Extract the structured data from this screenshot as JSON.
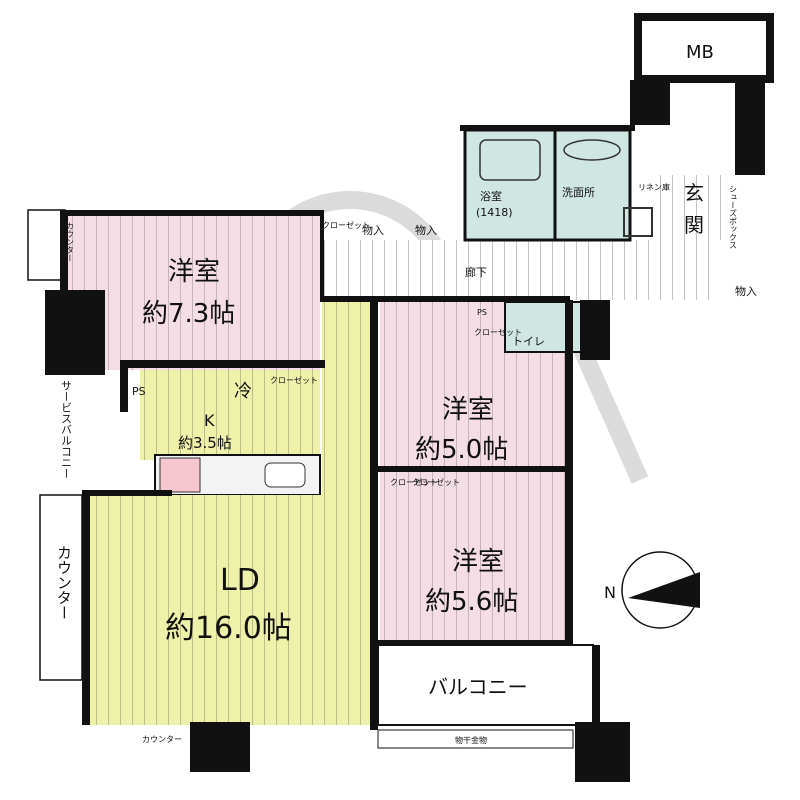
{
  "mb": "MB",
  "rooms": {
    "western1": {
      "name": "洋室",
      "size": "約7.3帖"
    },
    "western2": {
      "name": "洋室",
      "size": "約5.0帖"
    },
    "western3": {
      "name": "洋室",
      "size": "約5.6帖"
    },
    "ld": {
      "name": "LD",
      "size": "約16.0帖"
    },
    "kitchen": {
      "name": "K",
      "size": "約3.5帖"
    },
    "bath": {
      "name": "浴室",
      "size": "(1418)"
    },
    "washroom": "洗面所",
    "entrance": "玄関",
    "hallway": "廊下",
    "toilet": "トイレ",
    "balcony": "バルコニー",
    "service_balcony": "サービスバルコニー"
  },
  "labels": {
    "counter": "カウンター",
    "counter_side": "カウンター",
    "counter_bottom": "カウンター",
    "closet_a": "クローゼット",
    "closet_b": "クローゼット",
    "closet_c": "クローゼット",
    "closet_d": "クローゼット",
    "closet_e": "クローゼット",
    "storage1": "物入",
    "storage2": "物入",
    "storage3": "物入",
    "ps1": "PS",
    "ps2": "PS",
    "fridge": "冷",
    "shoes_box": "シューズボックス",
    "linen": "リネン庫",
    "laundry_pole": "物干金物"
  },
  "compass": {
    "label": "N"
  },
  "colors": {
    "pink": "#f2d7e0",
    "yellow": "#eef0a6",
    "bath_blue": "#cfe6e2",
    "wall": "#111111"
  }
}
